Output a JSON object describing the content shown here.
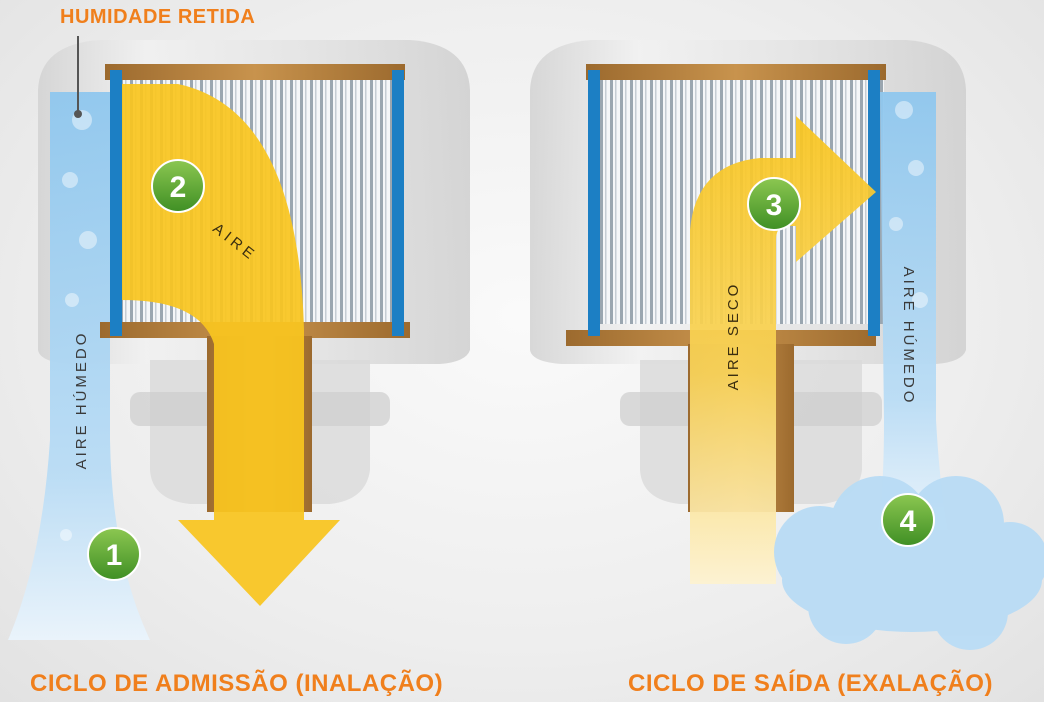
{
  "labels": {
    "retained_moisture": "HUMIDADE RETIDA",
    "intake_caption": "CICLO DE ADMISSÃO (INALAÇÃO)",
    "exhaust_caption": "CICLO DE SAÍDA (EXALAÇÃO)",
    "air": "AIRE",
    "humid_air_left": "AIRE HÚMEDO",
    "dry_air": "AIRE SECO",
    "humid_air_right": "AIRE HÚMEDO"
  },
  "steps": {
    "step1": "1",
    "step2": "2",
    "step3": "3",
    "step4": "4"
  },
  "colors": {
    "heading_orange": "#f07f1c",
    "air_yellow": "#f9c51f",
    "moisture_blue": "#8fc7ee",
    "filter_blue": "#1c7fc4",
    "frame_bronze": "#b5823f",
    "step_green": "#5aaa33"
  }
}
